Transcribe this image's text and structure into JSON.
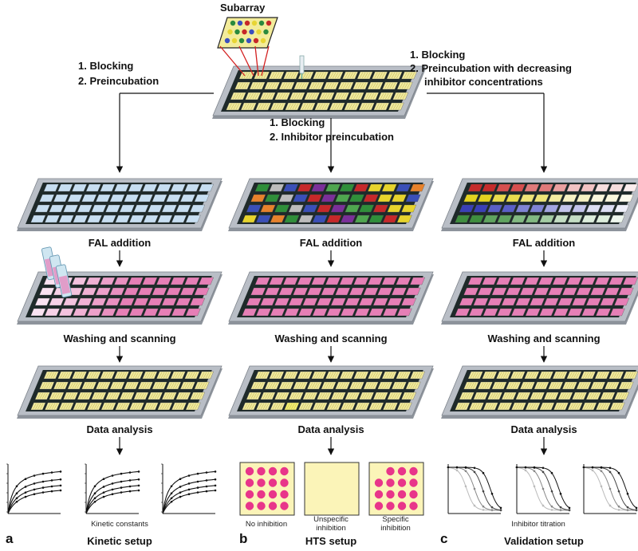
{
  "top": {
    "subarray_label": "Subarray",
    "left_steps": [
      "1. Blocking",
      "2. Preincubation"
    ],
    "middle_steps": [
      "1. Blocking",
      "2. Inhibitor preincubation"
    ],
    "right_steps": [
      "1. Blocking",
      "2. Preincubation with decreasing",
      "inhibitor concentrations"
    ]
  },
  "steps": {
    "fal_addition": "FAL addition",
    "washing": "Washing and scanning",
    "data_analysis": "Data analysis"
  },
  "panels": {
    "a": {
      "letter": "a",
      "title": "Kinetic setup",
      "caption": "Kinetic constants"
    },
    "b": {
      "letter": "b",
      "title": "HTS setup",
      "captions": [
        "No inhibition",
        "Unspecific inhibition",
        "Specific inhibition"
      ]
    },
    "c": {
      "letter": "c",
      "title": "Validation setup",
      "caption": "Inhibitor titration"
    }
  },
  "colors": {
    "slide_frame": "#b9bec6",
    "slide_body": "#1f2a2a",
    "spot_yellow": "#f0e9a0",
    "spot_blue": "#c7def1",
    "spot_pink": "#e67fb6",
    "hts_bg": "#fbf4b8",
    "hts_dot": "#e8358a"
  }
}
